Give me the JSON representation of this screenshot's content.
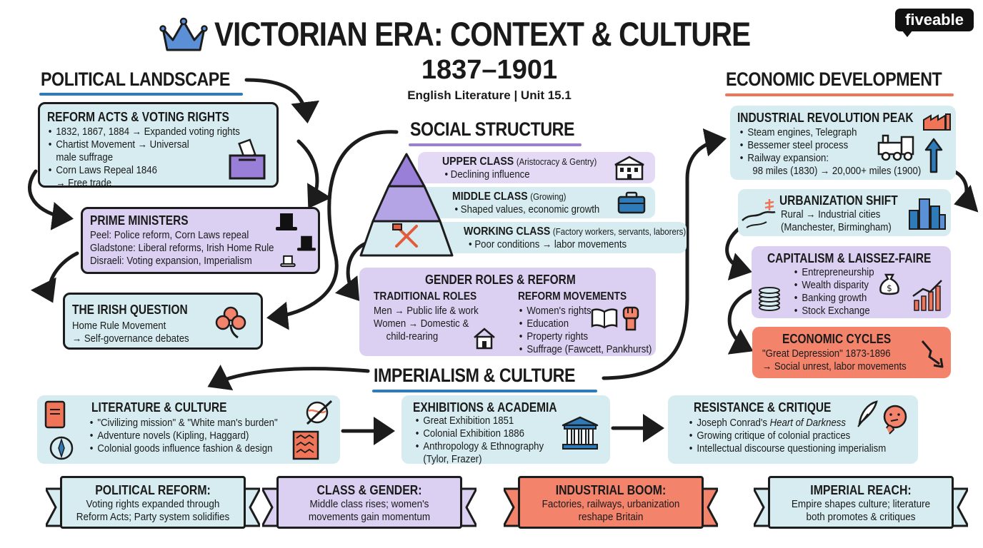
{
  "header": {
    "title": "VICTORIAN ERA: CONTEXT & CULTURE",
    "years": "1837–1901",
    "subtitle": "English Literature | Unit 15.1",
    "brand": "fiveable"
  },
  "political": {
    "title": "POLITICAL LANDSCAPE",
    "reform": {
      "title": "REFORM ACTS & VOTING RIGHTS",
      "items": [
        "1832, 1867, 1884 → Expanded voting rights",
        "Chartist Movement → Universal",
        "Corn Laws Repeal 1846"
      ],
      "cont": [
        "male suffrage",
        "→ Free trade"
      ]
    },
    "pm": {
      "title": "PRIME MINISTERS",
      "lines": [
        "Peel: Police reform, Corn Laws repeal",
        "Gladstone: Liberal reforms, Irish Home Rule",
        "Disraeli: Voting expansion, Imperialism"
      ]
    },
    "irish": {
      "title": "THE IRISH QUESTION",
      "lines": [
        "Home Rule Movement",
        "→ Self-governance debates"
      ]
    }
  },
  "social": {
    "title": "SOCIAL STRUCTURE",
    "upper": {
      "title": "UPPER CLASS",
      "note": "(Aristocracy & Gentry)",
      "item": "Declining influence"
    },
    "middle": {
      "title": "MIDDLE CLASS",
      "note": "(Growing)",
      "item": "Shaped values, economic growth"
    },
    "working": {
      "title": "WORKING CLASS",
      "note": "(Factory workers, servants, laborers)",
      "item": "Poor conditions → labor movements"
    },
    "gender": {
      "title": "GENDER ROLES & REFORM",
      "traditional_title": "TRADITIONAL ROLES",
      "traditional_lines": [
        "Men → Public life & work",
        "Women → Domestic &",
        "child-rearing"
      ],
      "reform_title": "REFORM MOVEMENTS",
      "reform_items": [
        "Women's rights",
        "Education",
        "Property rights",
        "Suffrage (Fawcett, Pankhurst)"
      ]
    }
  },
  "economic": {
    "title": "ECONOMIC DEVELOPMENT",
    "industrial": {
      "title": "INDUSTRIAL REVOLUTION PEAK",
      "items": [
        "Steam engines, Telegraph",
        "Bessemer steel process",
        "Railway expansion:"
      ],
      "cont": "98 miles (1830) → 20,000+ miles (1900)"
    },
    "urban": {
      "title": "URBANIZATION SHIFT",
      "lines": [
        "Rural → Industrial cities",
        "(Manchester, Birmingham)"
      ]
    },
    "capitalism": {
      "title": "CAPITALISM & LAISSEZ-FAIRE",
      "items": [
        "Entrepreneurship",
        "Wealth disparity",
        "Banking growth",
        "Stock Exchange"
      ]
    },
    "cycles": {
      "title": "ECONOMIC CYCLES",
      "lines": [
        "\"Great Depression\" 1873-1896",
        "→ Social unrest, labor movements"
      ]
    }
  },
  "imperialism": {
    "title": "IMPERIALISM & CULTURE",
    "literature": {
      "title": "LITERATURE & CULTURE",
      "items": [
        "\"Civilizing mission\" & \"White man's burden\"",
        "Adventure novels (Kipling, Haggard)",
        "Colonial goods influence fashion & design"
      ]
    },
    "exhibitions": {
      "title": "EXHIBITIONS & ACADEMIA",
      "items": [
        "Great Exhibition 1851",
        "Colonial Exhibition 1886",
        "Anthropology & Ethnography"
      ],
      "cont": "(Tylor, Frazer)"
    },
    "resistance": {
      "title": "RESISTANCE & CRITIQUE",
      "item1_pre": "Joseph Conrad's ",
      "item1_em": "Heart of Darkness",
      "items": [
        "Growing critique of colonial practices",
        "Intellectual discourse questioning imperialism"
      ]
    }
  },
  "banners": [
    {
      "title": "POLITICAL REFORM:",
      "lines": [
        "Voting rights expanded through",
        "Reform Acts; Party system solidifies"
      ],
      "color": "#d6ecf0"
    },
    {
      "title": "CLASS & GENDER:",
      "lines": [
        "Middle class rises; women's",
        "movements gain momentum"
      ],
      "color": "#dcd0f2"
    },
    {
      "title": "INDUSTRIAL BOOM:",
      "lines": [
        "Factories, railways, urbanization",
        "reshape Britain"
      ],
      "color": "#f4836b"
    },
    {
      "title": "IMPERIAL REACH:",
      "lines": [
        "Empire shapes culture; literature",
        "both promotes & critiques"
      ],
      "color": "#d6ecf0"
    }
  ],
  "colors": {
    "blue": "#d6ecf0",
    "purple": "#dcd0f2",
    "coral": "#f4836b",
    "ink": "#1c1c1c",
    "underline_blue": "#2f7ab8",
    "underline_purple": "#9a7fd8",
    "underline_coral": "#ef7458"
  },
  "icons": [
    "crown-icon",
    "ballot-box-icon",
    "top-hat-icon",
    "shamrock-icon",
    "manor-icon",
    "briefcase-icon",
    "hammer-wrench-icon",
    "house-icon",
    "book-icon",
    "fist-icon",
    "factory-icon",
    "train-icon",
    "up-arrow-icon",
    "countryside-icon",
    "city-icon",
    "coins-icon",
    "money-bag-icon",
    "bar-chart-icon",
    "down-trend-icon",
    "red-book-icon",
    "compass-icon",
    "globe-spear-icon",
    "textile-icon",
    "museum-icon",
    "quill-icon",
    "thinking-face-icon"
  ]
}
